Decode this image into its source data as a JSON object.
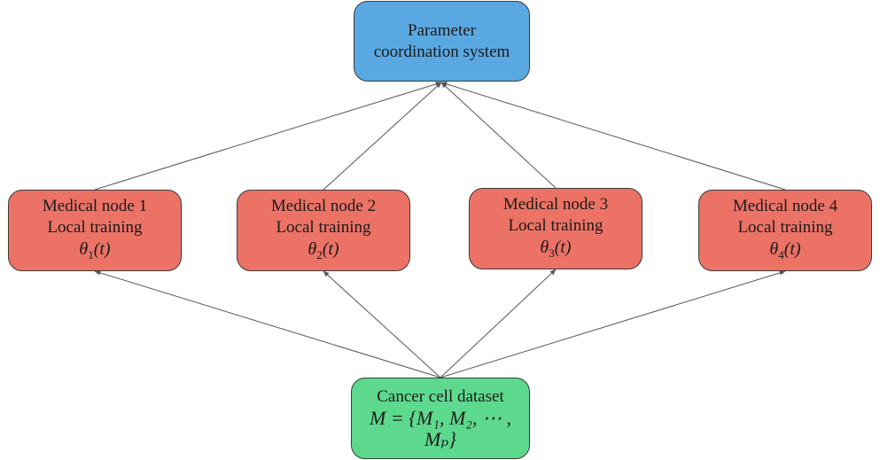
{
  "diagram": {
    "top_node": {
      "line1": "Parameter",
      "line2": "coordination system",
      "color": "#5aa8e2"
    },
    "medical_nodes": [
      {
        "title": "Medical node 1",
        "subtitle": "Local training",
        "theta": "θ",
        "index": "1",
        "arg": "(t)"
      },
      {
        "title": "Medical node 2",
        "subtitle": "Local training",
        "theta": "θ",
        "index": "2",
        "arg": "(t)"
      },
      {
        "title": "Medical node 3",
        "subtitle": "Local training",
        "theta": "θ",
        "index": "3",
        "arg": "(t)"
      },
      {
        "title": "Medical node 4",
        "subtitle": "Local training",
        "theta": "θ",
        "index": "4",
        "arg": "(t)"
      }
    ],
    "medical_node_color": "#ec7266",
    "bottom_node": {
      "title": "Cancer cell dataset",
      "formula": "M = {M₁, M₂, ⋯ , Mₚ}",
      "color": "#5dd98e"
    },
    "edges": [
      {
        "from": "medical-node-1",
        "to": "parameter-coordination-system"
      },
      {
        "from": "medical-node-2",
        "to": "parameter-coordination-system"
      },
      {
        "from": "medical-node-3",
        "to": "parameter-coordination-system"
      },
      {
        "from": "medical-node-4",
        "to": "parameter-coordination-system"
      },
      {
        "from": "cancer-cell-dataset",
        "to": "medical-node-1"
      },
      {
        "from": "cancer-cell-dataset",
        "to": "medical-node-2"
      },
      {
        "from": "cancer-cell-dataset",
        "to": "medical-node-3"
      },
      {
        "from": "cancer-cell-dataset",
        "to": "medical-node-4"
      }
    ],
    "edge_color": "#555555"
  }
}
